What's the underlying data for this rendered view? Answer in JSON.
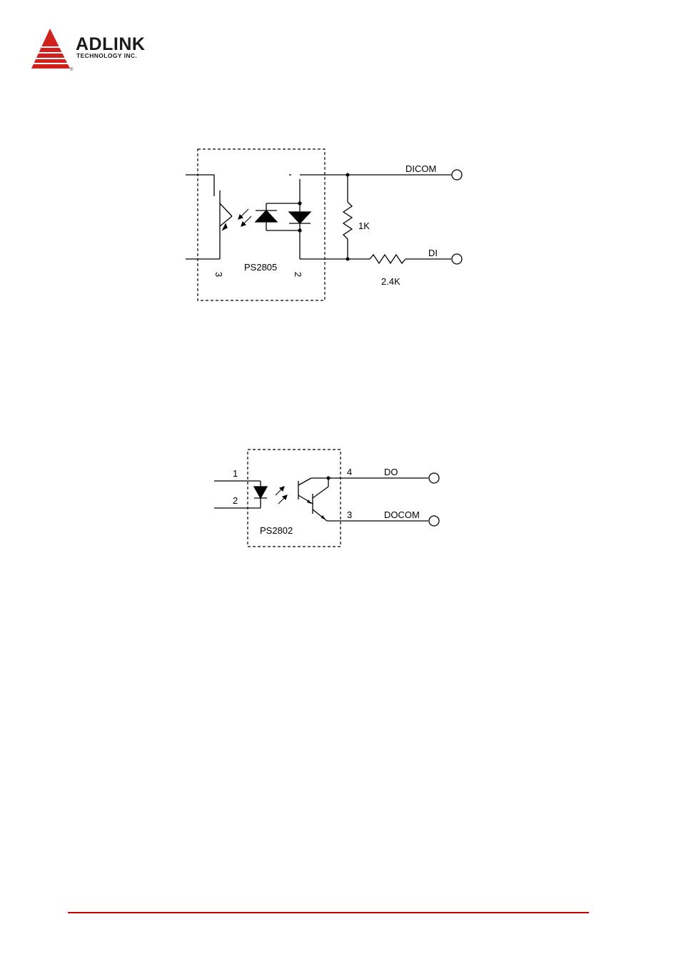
{
  "header": {
    "brand": "ADLINK",
    "brand_sub": "TECHNOLOGY INC.",
    "registered_mark": "®",
    "brand_color": "#d0211c"
  },
  "figure_input": {
    "chip": "PS2805",
    "pin_left": "3",
    "pin_right": "2",
    "resistor_vertical": "1K",
    "resistor_horizontal": "2.4K",
    "terminal_top": "DICOM",
    "terminal_bottom": "DI"
  },
  "figure_output": {
    "chip": "PS2802",
    "pin1": "1",
    "pin2": "2",
    "pin4": "4",
    "pin3": "3",
    "terminal_top": "DO",
    "terminal_bottom": "DOCOM"
  },
  "footer": {
    "rule_color": "#c00000"
  }
}
